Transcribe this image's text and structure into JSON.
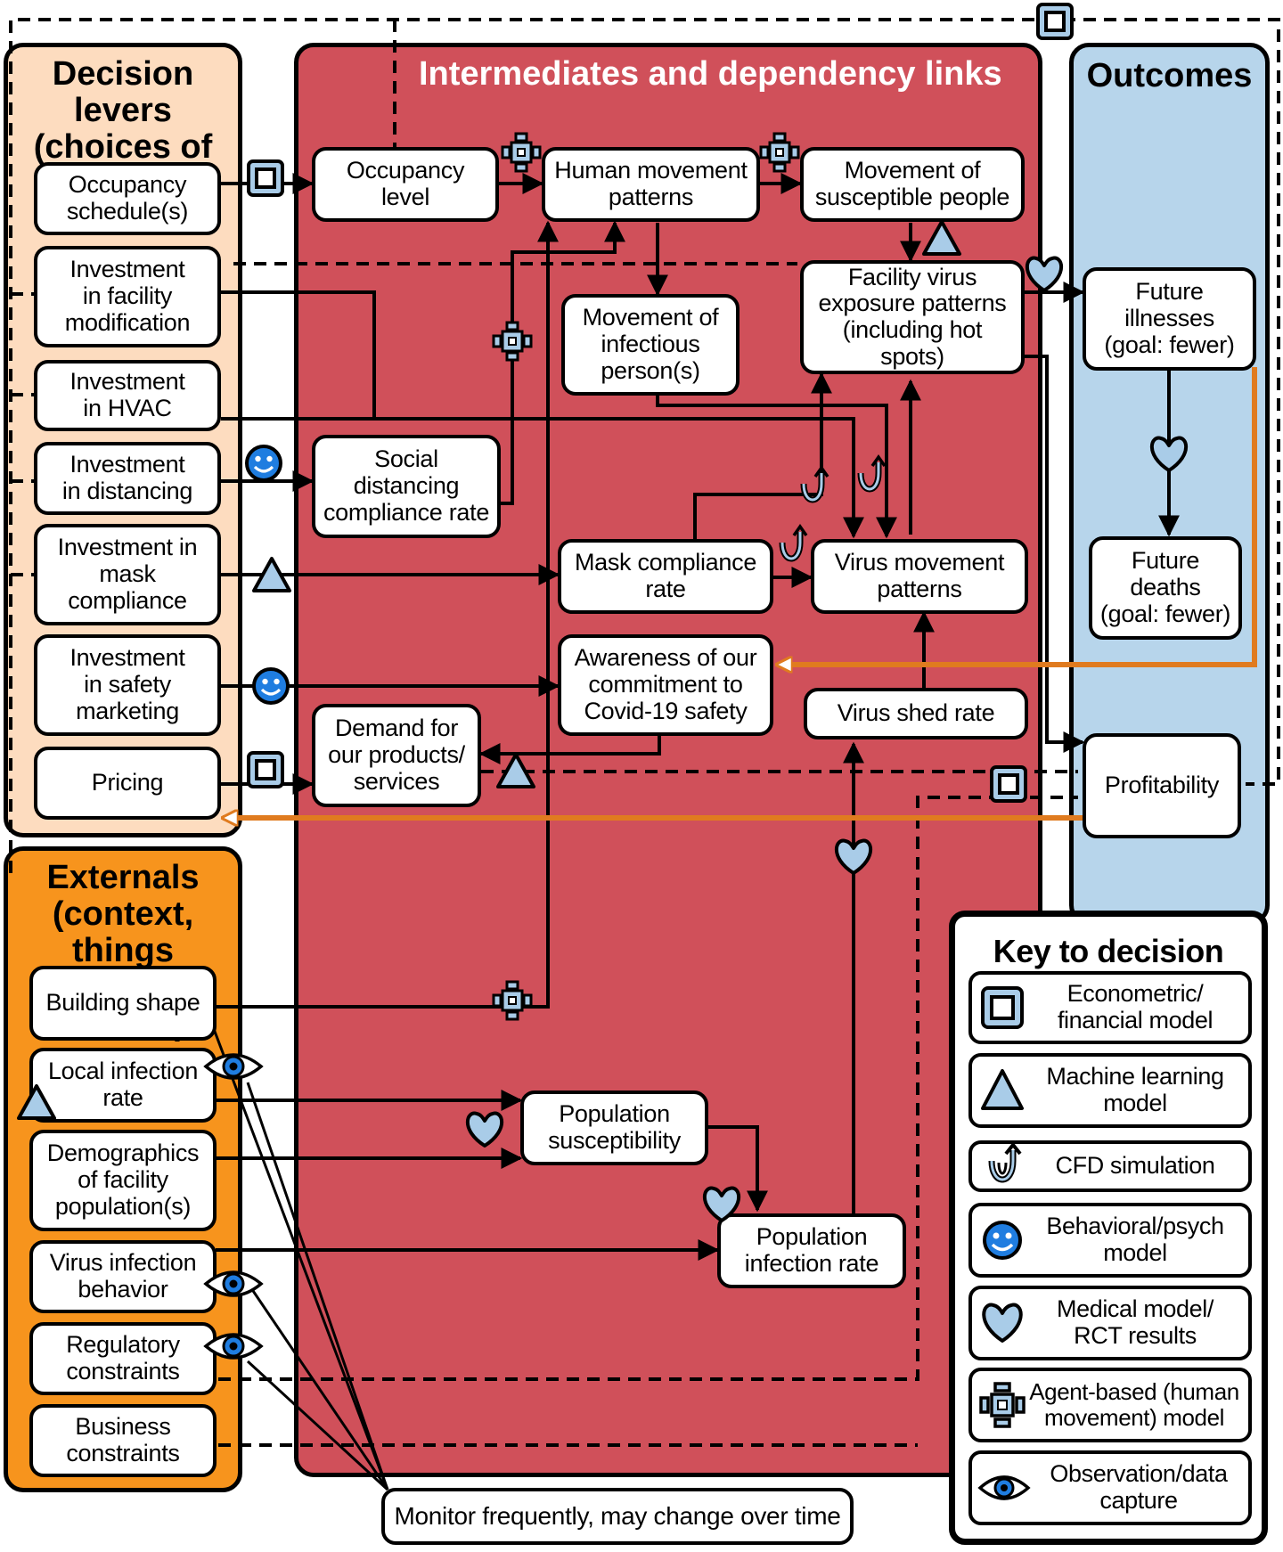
{
  "panels": {
    "decision_levers": "Decision levers\n(choices of\nactions)",
    "intermediates": "Intermediates and dependency links",
    "outcomes": "Outcomes",
    "externals": "Externals\n(context, things\nwe can’t control)"
  },
  "decision_levers": [
    "Occupancy\nschedule(s)",
    "Investment\nin facility\nmodification",
    "Investment\nin HVAC",
    "Investment\nin distancing",
    "Investment in\nmask\ncompliance",
    "Investment\nin safety\nmarketing",
    "Pricing"
  ],
  "intermediates": {
    "occupancy_level": "Occupancy\nlevel",
    "human_movement": "Human movement\npatterns",
    "movement_susceptible": "Movement of\nsusceptible people",
    "movement_infectious": "Movement of\ninfectious\nperson(s)",
    "facility_exposure": "Facility virus\nexposure patterns\n(including hot spots)",
    "social_distancing": "Social\ndistancing\ncompliance rate",
    "mask_compliance": "Mask compliance\nrate",
    "virus_movement": "Virus movement\npatterns",
    "awareness": "Awareness of our\ncommitment to\nCovid-19 safety",
    "virus_shed": "Virus shed rate",
    "demand": "Demand for\nour products/\nservices",
    "population_susceptibility": "Population\nsusceptibility",
    "population_infection": "Population\ninfection rate"
  },
  "outcomes": {
    "future_illnesses": "Future\nillnesses\n(goal: fewer)",
    "future_deaths": "Future\ndeaths\n(goal: fewer)",
    "profitability": "Profitability"
  },
  "externals": [
    "Building shape",
    "Local infection\nrate",
    "Demographics\nof facility\npopulation(s)",
    "Virus infection\nbehavior",
    "Regulatory\nconstraints",
    "Business\nconstraints"
  ],
  "monitor_note": "Monitor frequently, may change over time",
  "key": {
    "title": "Key to decision assets",
    "items": [
      {
        "label": "Econometric/\nfinancial model",
        "icon": "square-icon"
      },
      {
        "label": "Machine learning\nmodel",
        "icon": "triangle-icon"
      },
      {
        "label": "CFD simulation",
        "icon": "cfd-icon"
      },
      {
        "label": "Behavioral/psych\nmodel",
        "icon": "smiley-icon"
      },
      {
        "label": "Medical model/\nRCT results",
        "icon": "heart-icon"
      },
      {
        "label": "Agent-based (human\nmovement) model",
        "icon": "agent-icon"
      },
      {
        "label": "Observation/data\ncapture",
        "icon": "eye-icon"
      }
    ]
  },
  "colors": {
    "decision_panel": "#fddcbf",
    "intermediate_panel": "#d0505a",
    "outcomes_panel": "#b7d5eb",
    "externals_panel": "#f7941d",
    "feedback_arrow": "#e07b1f",
    "icon_fill": "#a9cce8",
    "smiley_fill": "#1f7de0"
  }
}
